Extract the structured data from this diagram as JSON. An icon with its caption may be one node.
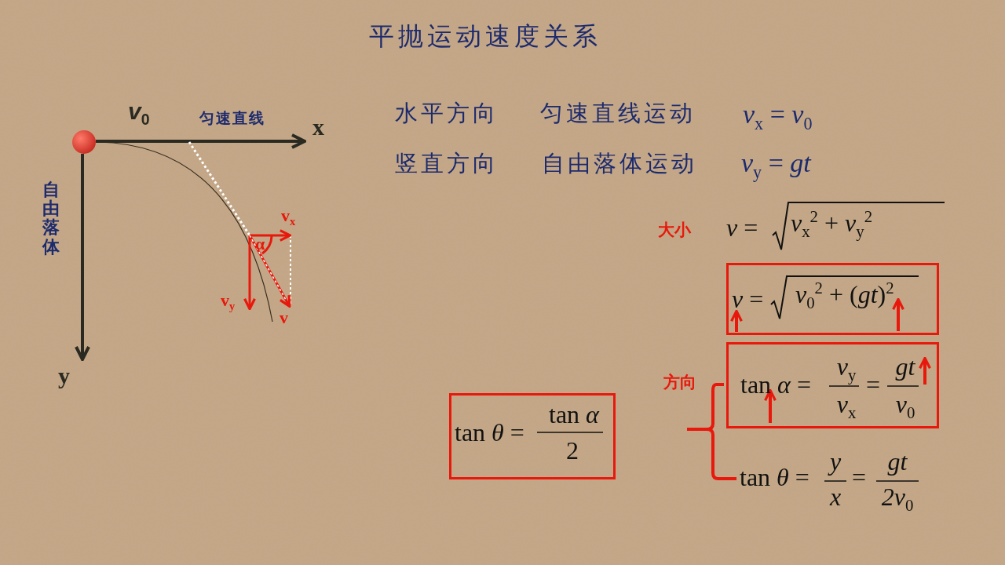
{
  "diagram": {
    "title": "平抛运动速度关系",
    "nodes": [
      {
        "text": [],
        "shape": "circle"
      },
      {
        "text": [
          "*v* =",
          "*v*$_{0}$$^{2}$ + (*gt*)$^{2}$"
        ]
      },
      {
        "text": [
          "tan *α* =",
          "*v*$_{y}$",
          "*v*$_{x}$",
          "=",
          "*gt*",
          "*v*$_{0}$"
        ]
      },
      {
        "text": [
          "tan *θ* =",
          "tan *α*",
          "2"
        ]
      }
    ],
    "labels": [
      "*v*$_{0}$",
      "匀速直线",
      "x",
      "自由落体",
      "y",
      "v$_{x}$",
      "α",
      "v$_{y}$",
      "v",
      "水平方向",
      "匀速直线运动",
      "*v*$_{x}$ = *v*$_{0}$",
      "竖直方向",
      "自由落体运动",
      "*v*$_{y}$ = *gt*",
      "大小",
      "*v* =",
      "*v*$_{x}$$^{2}$ + *v*$_{y}$$^{2}$",
      "方向",
      "tan *θ* =",
      "*y*",
      "*x*",
      "=",
      "*gt*",
      "*2v*$_{0}$"
    ]
  }
}
